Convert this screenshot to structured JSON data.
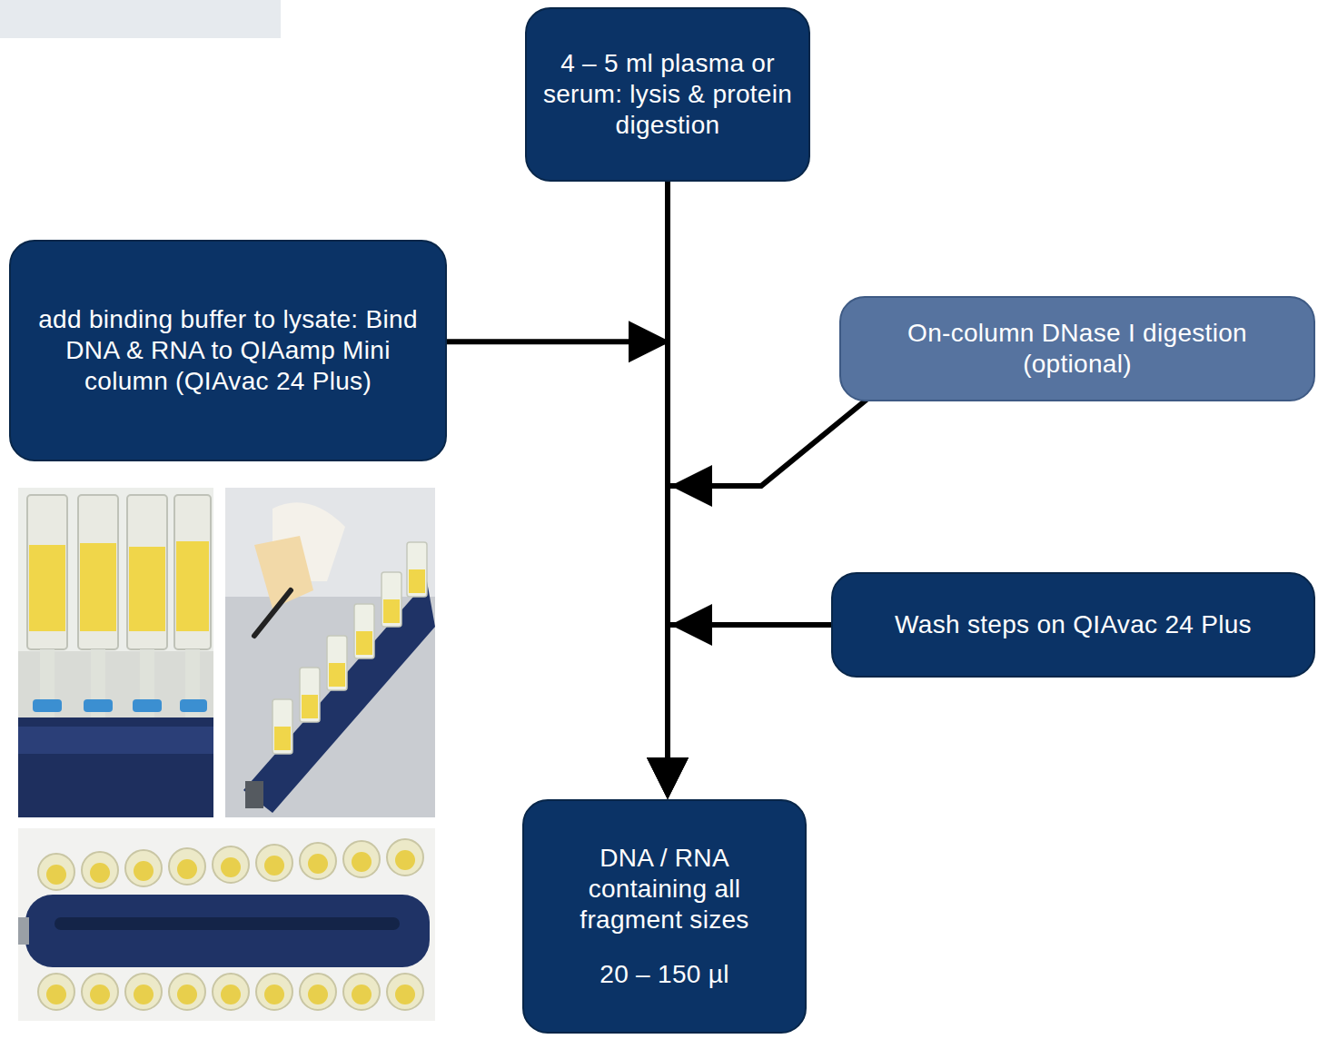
{
  "diagram": {
    "nodes": [
      {
        "text": [
          "4 – 5 ml plasma or serum: lysis & protein digestion"
        ]
      },
      {
        "text": [
          "add binding buffer to lysate: Bind DNA & RNA to QIAamp Mini column (QIAvac 24 Plus)"
        ]
      },
      {
        "text": [
          "On-column DNase I digestion (optional)"
        ]
      },
      {
        "text": [
          "Wash steps on QIAvac 24 Plus"
        ]
      },
      {
        "text": [
          "DNA / RNA containing all fragment sizes",
          "20 – 150 µl"
        ]
      }
    ],
    "edges": [
      {
        "from": 0,
        "to": 4,
        "arrow": "to"
      },
      {
        "from": 1,
        "to": 4,
        "arrow": "to"
      },
      {
        "from": 2,
        "to": 4,
        "arrow": "to"
      },
      {
        "from": 3,
        "to": 4,
        "arrow": "to"
      }
    ]
  }
}
